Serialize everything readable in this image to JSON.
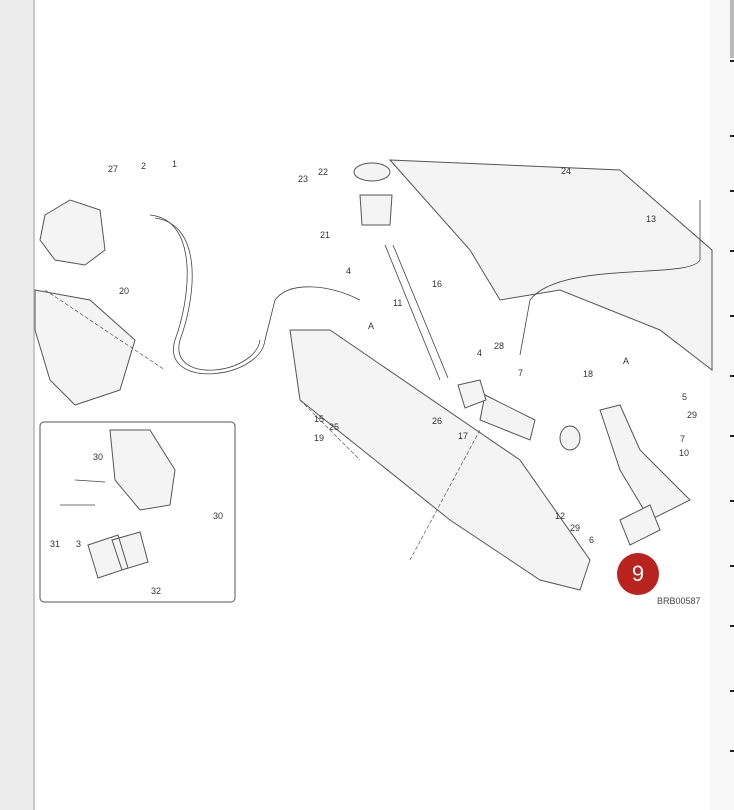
{
  "diagram": {
    "code": "BRB00587",
    "page_badge": "9",
    "accent_color": "#b8231e",
    "labels": {
      "p27": "27",
      "p2": "2",
      "p1": "1",
      "p20": "20",
      "p22": "22",
      "p23": "23",
      "p21": "21",
      "p4a": "4",
      "p24": "24",
      "p13": "13",
      "p16": "16",
      "p11": "11",
      "pA1": "A",
      "pA2": "A",
      "p28": "28",
      "p4b": "4",
      "p7a": "7",
      "p18": "18",
      "p5": "5",
      "p29a": "29",
      "p7b": "7",
      "p10": "10",
      "p15": "15",
      "p25": "25",
      "p19": "19",
      "p26": "26",
      "p17": "17",
      "p12": "12",
      "p29b": "29",
      "p6": "6",
      "p30a": "30",
      "p30b": "30",
      "p31": "31",
      "p3": "3",
      "p32": "32"
    }
  }
}
